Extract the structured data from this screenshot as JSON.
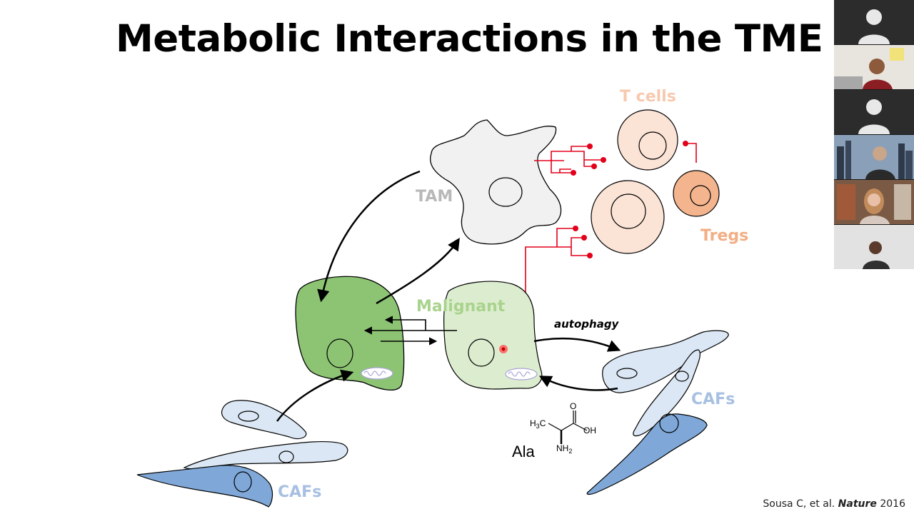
{
  "slide": {
    "title": "Metabolic Interactions in the TME"
  },
  "diagram": {
    "labels": {
      "t_cells": "T cells",
      "tam": "TAM",
      "tregs": "Tregs",
      "malignant": "Malignant",
      "autophagy": "autophagy",
      "cafs_right": "CAFs",
      "cafs_bottom": "CAFs",
      "ala": "Ala",
      "h3c": "H",
      "h3c_sub": "3",
      "h3c_c": "C",
      "oh": "OH",
      "o": "O",
      "nh2": "NH",
      "nh2_sub": "2"
    },
    "colors": {
      "tcell_fill": "#fbe3d6",
      "treg_fill": "#f3b48e",
      "tcell_label": "#f7c9ae",
      "treg_label": "#f2ae84",
      "tam_fill": "#f1f1f1",
      "tam_label": "#b8b8b8",
      "malignant_dark": "#8dc474",
      "malignant_light": "#dcedcf",
      "malignant_label": "#a9d38d",
      "caf_light": "#dbe7f4",
      "caf_dark": "#7fa8d8",
      "caf_label": "#a7c0e2",
      "signal_red": "#e3001b",
      "mito": "#a9a3d6"
    }
  },
  "citation": {
    "authors": "Sousa C, et al.",
    "journal": "Nature",
    "year": "2016"
  },
  "video_strip": {
    "participants": [
      {
        "kind": "placeholder"
      },
      {
        "kind": "camera",
        "bg": "#cfd3d6",
        "shirt": "#8a1e22"
      },
      {
        "kind": "placeholder"
      },
      {
        "kind": "camera",
        "bg": "#5c7390",
        "shirt": "#2a2a2a"
      },
      {
        "kind": "camera",
        "bg": "#6b4e3a",
        "shirt": "#d8c9c0"
      },
      {
        "kind": "camera",
        "bg": "#dcdcdc",
        "shirt": "#2f2f2f"
      }
    ]
  }
}
